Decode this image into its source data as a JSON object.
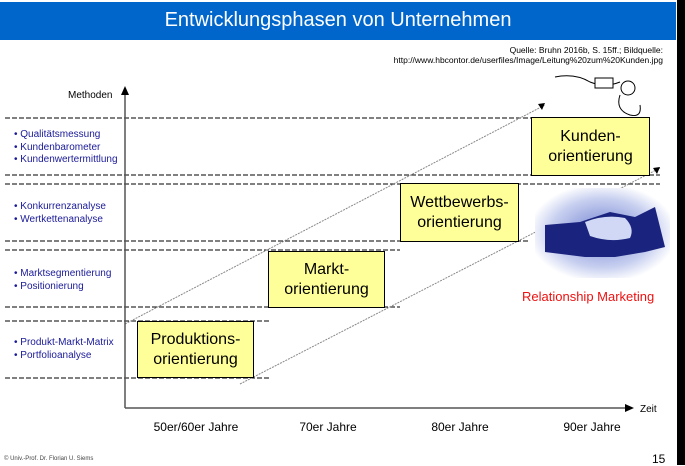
{
  "title": "Entwicklungsphasen von Unternehmen",
  "source": {
    "line1": "Quelle: Bruhn 2016b, S. 15ff.; Bildquelle:",
    "line2": "http://www.hbcontor.de/userfiles/Image/Leitung%20zum%20Kunden.jpg"
  },
  "axes": {
    "y_label": "Methoden",
    "x_label": "Zeit"
  },
  "methods": [
    [
      "Qualitätsmessung",
      "Kundenbarometer",
      "Kundenwertermittlung"
    ],
    [
      "Konkurrenzanalyse",
      "Wertkettenanalyse"
    ],
    [
      "Marktsegmentierung",
      "Positionierung"
    ],
    [
      "Produkt-Markt-Matrix",
      "Portfolioanalyse"
    ]
  ],
  "phases": [
    {
      "line1": "Produktions-",
      "line2": "orientierung",
      "period": "50er/60er Jahre"
    },
    {
      "line1": "Markt-",
      "line2": "orientierung",
      "period": "70er Jahre"
    },
    {
      "line1": "Wettbewerbs-",
      "line2": "orientierung",
      "period": "80er Jahre"
    },
    {
      "line1": "Kunden-",
      "line2": "orientierung",
      "period": "90er Jahre"
    }
  ],
  "image_caption": "Relationship Marketing",
  "footer": "© Univ.-Prof. Dr. Florian U. Siems",
  "page_number": "15",
  "colors": {
    "title_bar": "#0066cc",
    "phase_box": "#ffff99",
    "methods_text": "#1a1a99",
    "caption": "#ee1111"
  }
}
